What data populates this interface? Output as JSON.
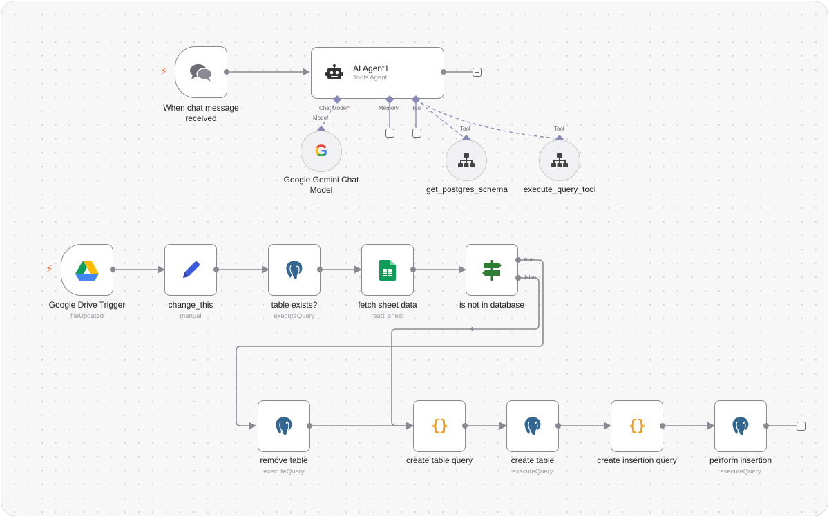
{
  "colors": {
    "canvas_bg": "#f7f7f8",
    "node_border": "#8a8a92",
    "connection": "#8a8a92",
    "ai_connection": "#8a8ab8",
    "trigger_bolt": "#f26b3a",
    "code_icon": "#f59a1a",
    "sheets_green": "#0f9d58",
    "postgres_blue": "#336791",
    "pen_blue": "#3b5bdb",
    "required_marker": "#e05050"
  },
  "agent_section": {
    "chat_trigger": {
      "label": "When chat message received",
      "icon": "chat-bubbles-icon"
    },
    "ai_agent": {
      "title": "AI Agent1",
      "subtitle": "Tools Agent",
      "icon": "robot-icon",
      "ports": {
        "chat_model": "Chat Model",
        "required_mark": "*",
        "memory": "Memory",
        "tool": "Tool"
      }
    },
    "gemini": {
      "label": "Google Gemini Chat Model",
      "port": "Model",
      "icon": "google-g-icon"
    },
    "schema_tool": {
      "label": "get_postgres_schema",
      "port": "Tool",
      "icon": "network-icon"
    },
    "query_tool": {
      "label": "execute_query_tool",
      "port": "Tool",
      "icon": "network-icon"
    }
  },
  "workflow": {
    "drive_trigger": {
      "label": "Google Drive Trigger",
      "sub": "fileUpdated",
      "icon": "google-drive-icon"
    },
    "change_this": {
      "label": "change_this",
      "sub": "manual",
      "icon": "pencil-icon"
    },
    "table_exists": {
      "label": "table exists?",
      "sub": "executeQuery",
      "icon": "postgres-icon"
    },
    "fetch_sheet": {
      "label": "fetch sheet data",
      "sub": "read: sheet",
      "icon": "google-sheets-icon"
    },
    "if_node": {
      "label": "is not in database",
      "true_label": "true",
      "false_label": "false",
      "icon": "signpost-icon"
    },
    "remove_table": {
      "label": "remove table",
      "sub": "executeQuery",
      "icon": "postgres-icon"
    },
    "create_table_query": {
      "label": "create table query",
      "icon": "code-braces-icon"
    },
    "create_table": {
      "label": "create table",
      "sub": "executeQuery",
      "icon": "postgres-icon"
    },
    "create_insertion_query": {
      "label": "create insertion query",
      "icon": "code-braces-icon"
    },
    "perform_insertion": {
      "label": "perform insertion",
      "sub": "executeQuery",
      "icon": "postgres-icon"
    }
  }
}
